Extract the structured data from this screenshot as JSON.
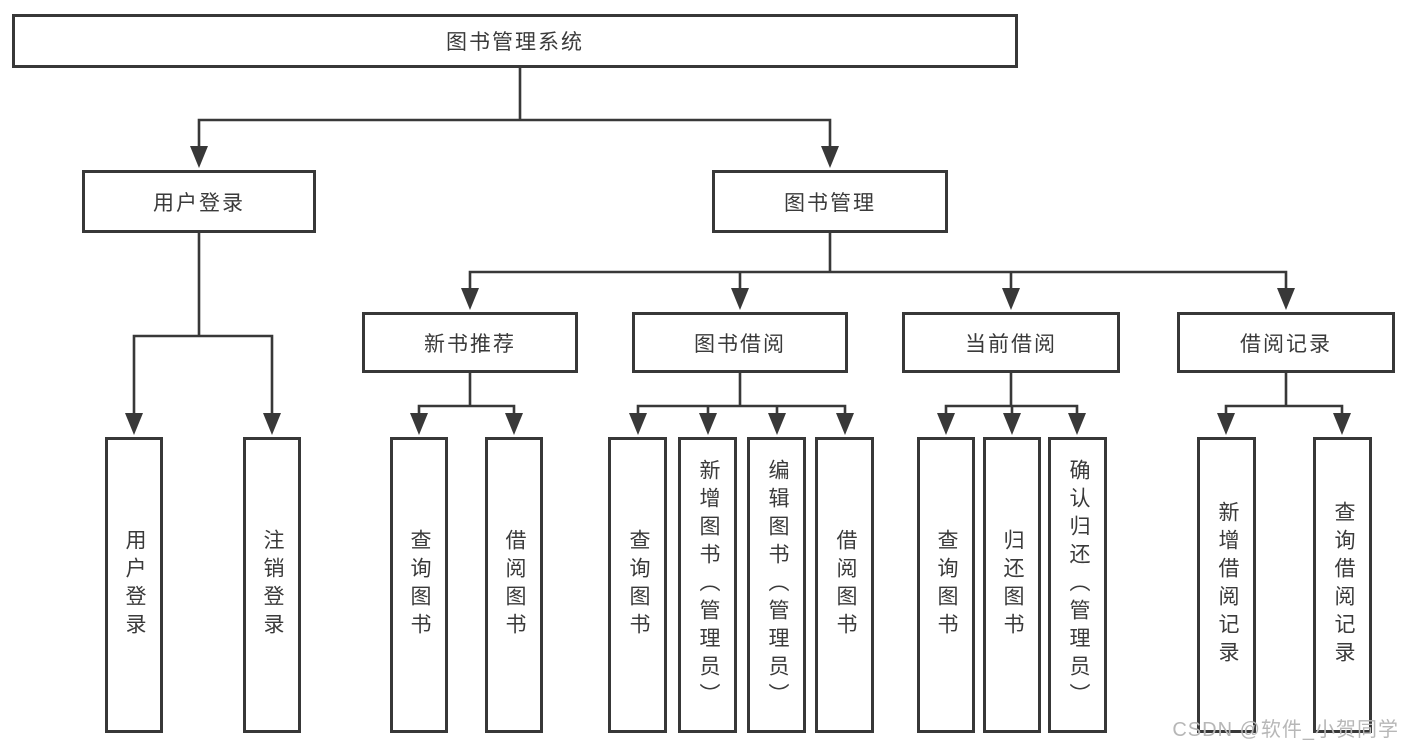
{
  "diagram": {
    "tree": {
      "label": "图书管理系统",
      "children": [
        {
          "label": "用户登录",
          "children": [
            {
              "label": "用户登录"
            },
            {
              "label": "注销登录"
            }
          ]
        },
        {
          "label": "图书管理",
          "children": [
            {
              "label": "新书推荐",
              "children": [
                {
                  "label": "查询图书"
                },
                {
                  "label": "借阅图书"
                }
              ]
            },
            {
              "label": "图书借阅",
              "children": [
                {
                  "label": "查询图书"
                },
                {
                  "label": "新增图书（管理员）"
                },
                {
                  "label": "编辑图书（管理员）"
                },
                {
                  "label": "借阅图书"
                }
              ]
            },
            {
              "label": "当前借阅",
              "children": [
                {
                  "label": "查询图书"
                },
                {
                  "label": "归还图书"
                },
                {
                  "label": "确认归还（管理员）"
                }
              ]
            },
            {
              "label": "借阅记录",
              "children": [
                {
                  "label": "新增借阅记录"
                },
                {
                  "label": "查询借阅记录"
                }
              ]
            }
          ]
        }
      ]
    }
  },
  "watermark": "CSDN @软件_小贺同学",
  "colors": {
    "line": "#383838",
    "text": "#3a3a3a",
    "watermark": "#b7b7b7",
    "background": "#ffffff"
  }
}
